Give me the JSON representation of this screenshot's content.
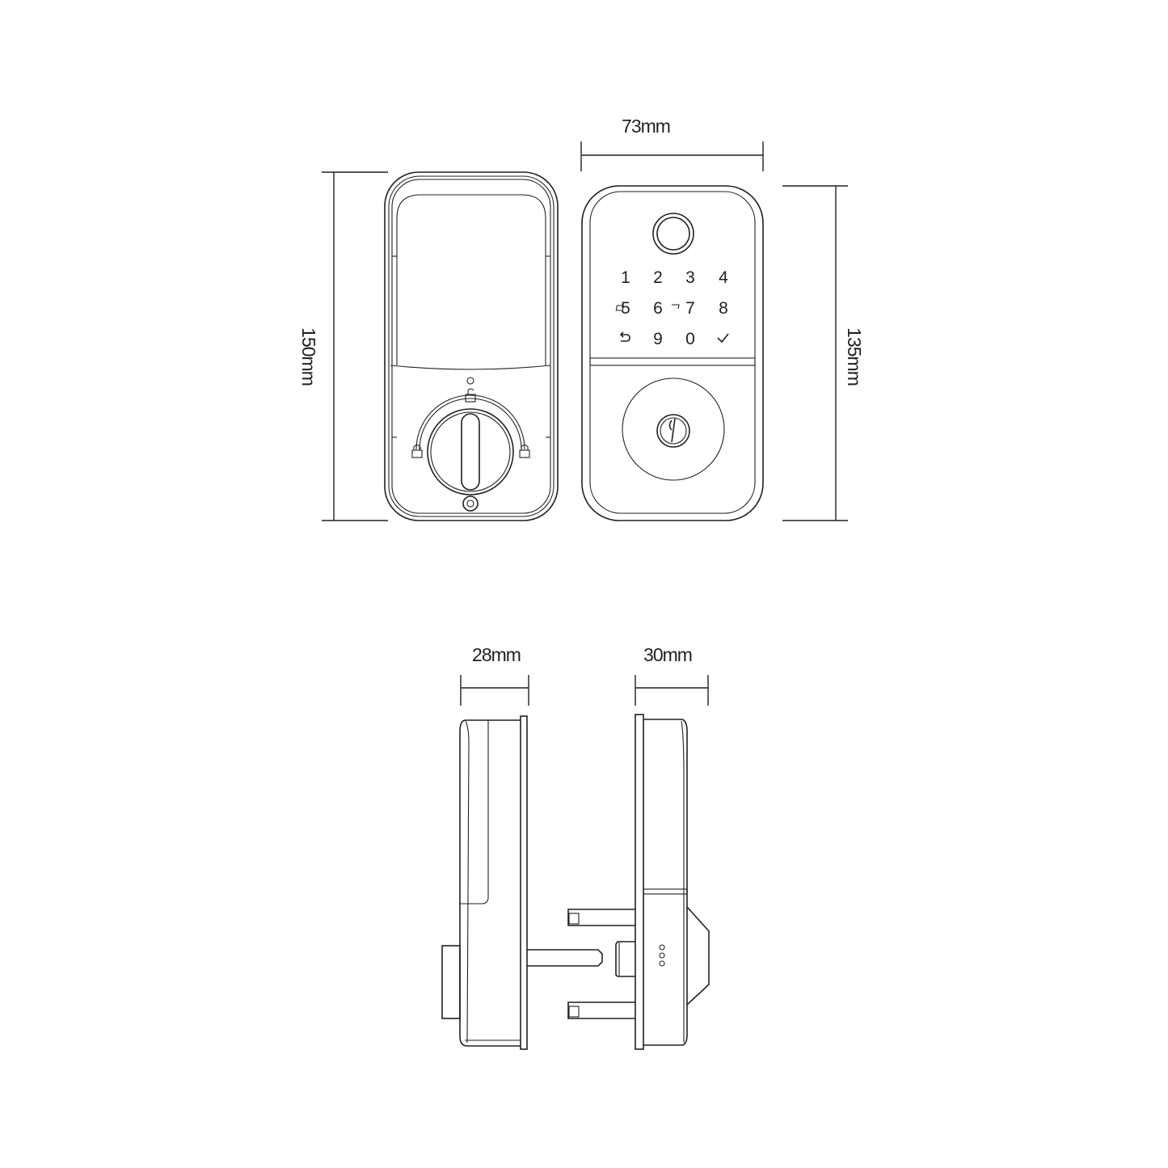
{
  "dimensions": {
    "front_width": "73mm",
    "back_height": "150mm",
    "front_height": "135mm",
    "back_depth": "28mm",
    "front_depth": "30mm"
  },
  "keypad": {
    "row1": [
      "1",
      "2",
      "3",
      "4"
    ],
    "row2": [
      "5",
      "6",
      "7",
      "8"
    ],
    "row3_digits": [
      "9",
      "0"
    ],
    "icons": [
      "back-arrow-icon",
      "check-icon",
      "card-icon",
      "fingerprint-sensor-icon"
    ]
  },
  "colors": {
    "line": "#231f20",
    "background": "#ffffff"
  }
}
